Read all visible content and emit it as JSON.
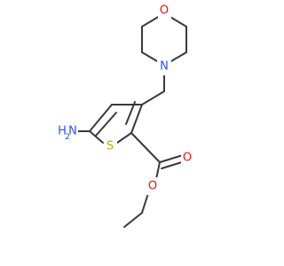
{
  "molecule": {
    "atoms": {
      "morpholine_oxygen": {
        "label": "O",
        "color": "#ff0d0d"
      },
      "morpholine_nitrogen": {
        "label": "N",
        "color": "#3050f8"
      },
      "amino_group": {
        "label": "NH2",
        "color": "#3050f8"
      },
      "amino_h": {
        "label": "H",
        "color": "#3050f8"
      },
      "amino_n": {
        "label": "N",
        "color": "#3050f8"
      },
      "amino_sub": {
        "label": "2",
        "color": "#3050f8"
      },
      "thiophene_sulfur": {
        "label": "S",
        "color": "#c8a800"
      },
      "carbonyl_oxygen": {
        "label": "O",
        "color": "#ff0d0d"
      },
      "ester_oxygen": {
        "label": "O",
        "color": "#ff0d0d"
      }
    },
    "bond_color": "#3a3a3a"
  }
}
